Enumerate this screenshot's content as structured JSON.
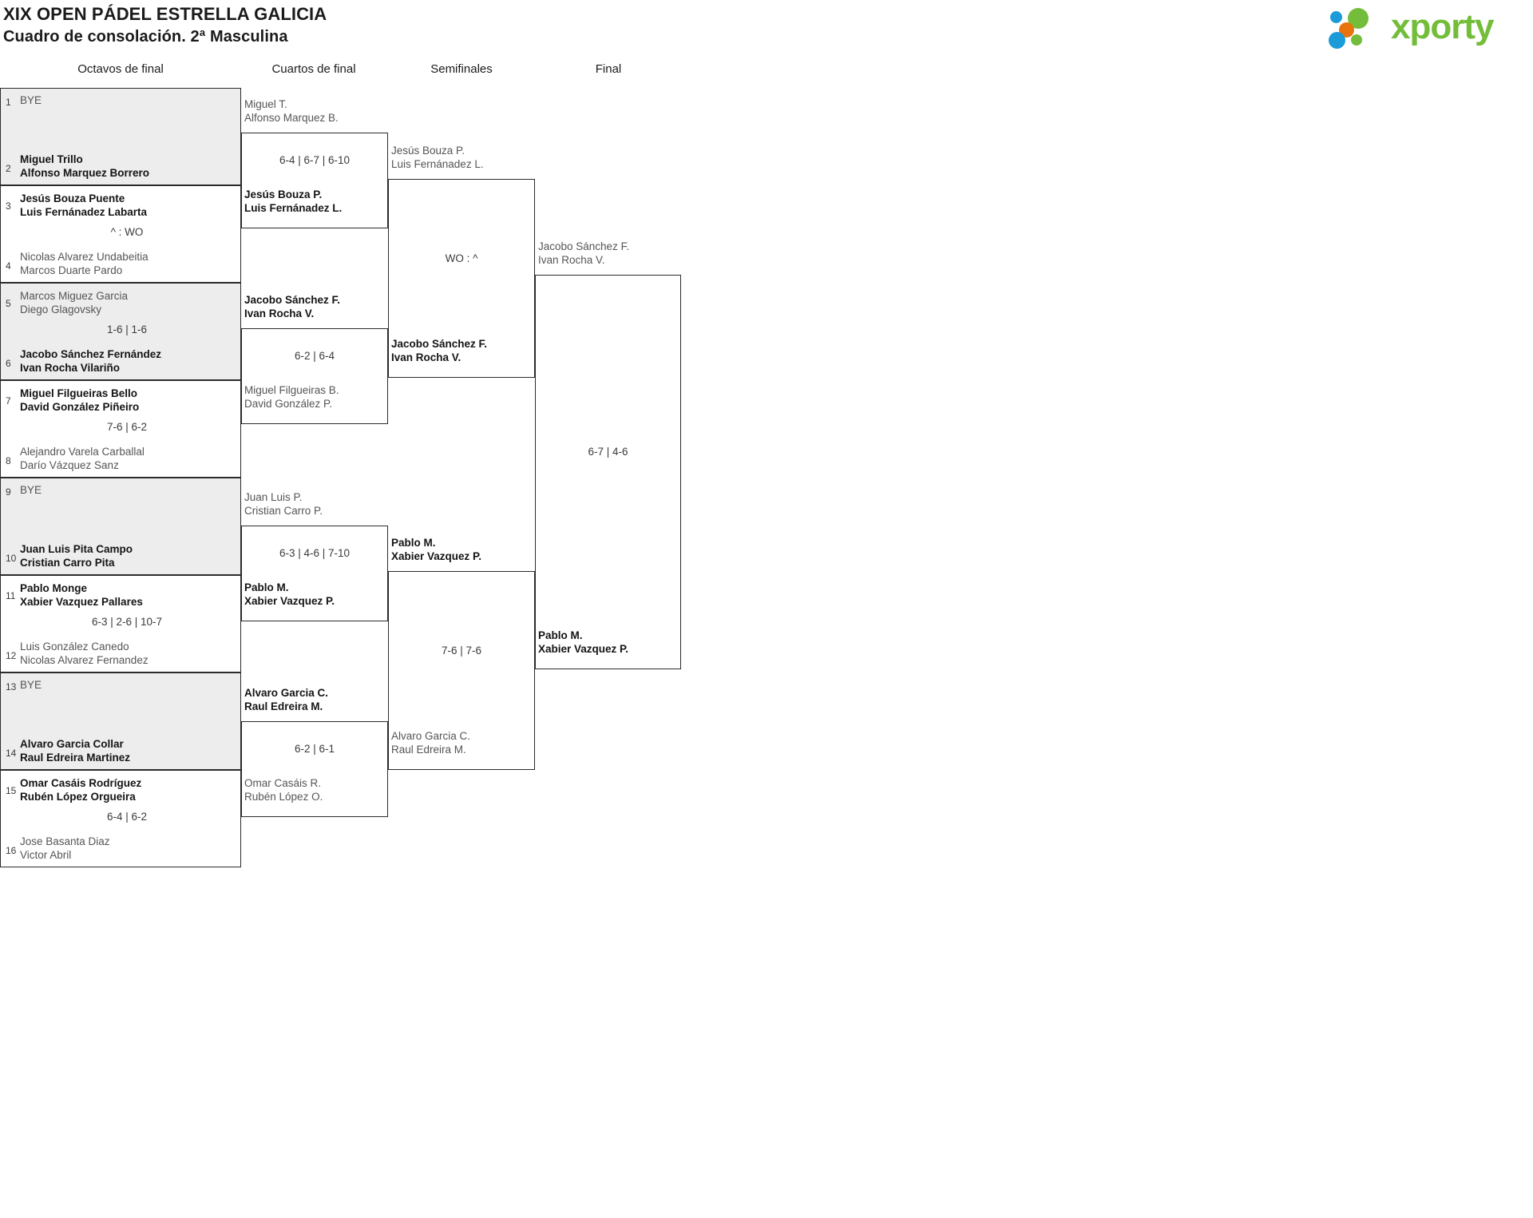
{
  "header": {
    "title_line1": "XIX OPEN PÁDEL ESTRELLA GALICIA",
    "title_line2": "Cuadro de consolación. 2ª Masculina",
    "logo_text": "xporty",
    "logo_colors": {
      "green": "#73bd3a",
      "orange": "#e8730d",
      "blue": "#1b9bd8"
    }
  },
  "rounds": [
    {
      "label": "Octavos de final"
    },
    {
      "label": "Cuartos de final"
    },
    {
      "label": "Semifinales"
    },
    {
      "label": "Final"
    }
  ],
  "round1": [
    {
      "shaded": true,
      "top": {
        "seed": "1",
        "line1": "BYE",
        "line2": "",
        "winner": false,
        "bye": true
      },
      "bottom": {
        "seed": "2",
        "line1": "Miguel Trillo",
        "line2": "Alfonso Marquez Borrero",
        "winner": true,
        "bye": false
      },
      "score": ""
    },
    {
      "shaded": false,
      "top": {
        "seed": "3",
        "line1": "Jesús Bouza Puente",
        "line2": "Luis Fernánadez Labarta",
        "winner": true,
        "bye": false
      },
      "bottom": {
        "seed": "4",
        "line1": "Nicolas Alvarez Undabeitia",
        "line2": "Marcos Duarte Pardo",
        "winner": false,
        "bye": false
      },
      "score": "^ : WO"
    },
    {
      "shaded": true,
      "top": {
        "seed": "5",
        "line1": "Marcos Miguez Garcia",
        "line2": "Diego Glagovsky",
        "winner": false,
        "bye": false
      },
      "bottom": {
        "seed": "6",
        "line1": "Jacobo Sánchez Fernández",
        "line2": "Ivan Rocha Vilariño",
        "winner": true,
        "bye": false
      },
      "score": "1-6 | 1-6"
    },
    {
      "shaded": false,
      "top": {
        "seed": "7",
        "line1": "Miguel Filgueiras Bello",
        "line2": "David González Piñeiro",
        "winner": true,
        "bye": false
      },
      "bottom": {
        "seed": "8",
        "line1": "Alejandro Varela Carballal",
        "line2": "Darío Vázquez Sanz",
        "winner": false,
        "bye": false
      },
      "score": "7-6 | 6-2"
    },
    {
      "shaded": true,
      "top": {
        "seed": "9",
        "line1": "BYE",
        "line2": "",
        "winner": false,
        "bye": true
      },
      "bottom": {
        "seed": "10",
        "line1": "Juan Luis Pita Campo",
        "line2": "Cristian Carro Pita",
        "winner": true,
        "bye": false
      },
      "score": ""
    },
    {
      "shaded": false,
      "top": {
        "seed": "11",
        "line1": "Pablo Monge",
        "line2": "Xabier Vazquez Pallares",
        "winner": true,
        "bye": false
      },
      "bottom": {
        "seed": "12",
        "line1": "Luis González Canedo",
        "line2": "Nicolas Alvarez Fernandez",
        "winner": false,
        "bye": false
      },
      "score": "6-3 | 2-6 | 10-7"
    },
    {
      "shaded": true,
      "top": {
        "seed": "13",
        "line1": "BYE",
        "line2": "",
        "winner": false,
        "bye": true
      },
      "bottom": {
        "seed": "14",
        "line1": "Alvaro Garcia Collar",
        "line2": "Raul Edreira Martinez",
        "winner": true,
        "bye": false
      },
      "score": ""
    },
    {
      "shaded": false,
      "top": {
        "seed": "15",
        "line1": "Omar Casáis Rodríguez",
        "line2": "Rubén López Orgueira",
        "winner": true,
        "bye": false
      },
      "bottom": {
        "seed": "16",
        "line1": "Jose Basanta Diaz",
        "line2": "Victor Abril",
        "winner": false,
        "bye": false
      },
      "score": "6-4 | 6-2"
    }
  ],
  "round2": [
    {
      "top": {
        "line1": "Miguel T.",
        "line2": "Alfonso Marquez B.",
        "winner": false
      },
      "bottom": {
        "line1": "Jesús Bouza P.",
        "line2": "Luis Fernánadez L.",
        "winner": true
      },
      "score": "6-4 | 6-7 | 6-10"
    },
    {
      "top": {
        "line1": "Jacobo Sánchez F.",
        "line2": "Ivan Rocha V.",
        "winner": true
      },
      "bottom": {
        "line1": "Miguel Filgueiras B.",
        "line2": "David González P.",
        "winner": false
      },
      "score": "6-2 | 6-4"
    },
    {
      "top": {
        "line1": "Juan Luis P.",
        "line2": "Cristian Carro P.",
        "winner": false
      },
      "bottom": {
        "line1": "Pablo M.",
        "line2": "Xabier Vazquez P.",
        "winner": true
      },
      "score": "6-3 | 4-6 | 7-10"
    },
    {
      "top": {
        "line1": "Alvaro Garcia C.",
        "line2": "Raul Edreira M.",
        "winner": true
      },
      "bottom": {
        "line1": "Omar Casáis R.",
        "line2": "Rubén López O.",
        "winner": false
      },
      "score": "6-2 | 6-1"
    }
  ],
  "round3": [
    {
      "top": {
        "line1": "Jesús Bouza P.",
        "line2": "Luis Fernánadez L.",
        "winner": false
      },
      "bottom": {
        "line1": "Jacobo Sánchez F.",
        "line2": "Ivan Rocha V.",
        "winner": true
      },
      "score": "WO : ^"
    },
    {
      "top": {
        "line1": "Pablo M.",
        "line2": "Xabier Vazquez P.",
        "winner": true
      },
      "bottom": {
        "line1": "Alvaro Garcia C.",
        "line2": "Raul Edreira M.",
        "winner": false
      },
      "score": "7-6 | 7-6"
    }
  ],
  "round4": [
    {
      "top": {
        "line1": "Jacobo Sánchez F.",
        "line2": "Ivan Rocha V.",
        "winner": false
      },
      "bottom": {
        "line1": "Pablo M.",
        "line2": "Xabier Vazquez P.",
        "winner": true
      },
      "score": "6-7 | 4-6"
    }
  ]
}
